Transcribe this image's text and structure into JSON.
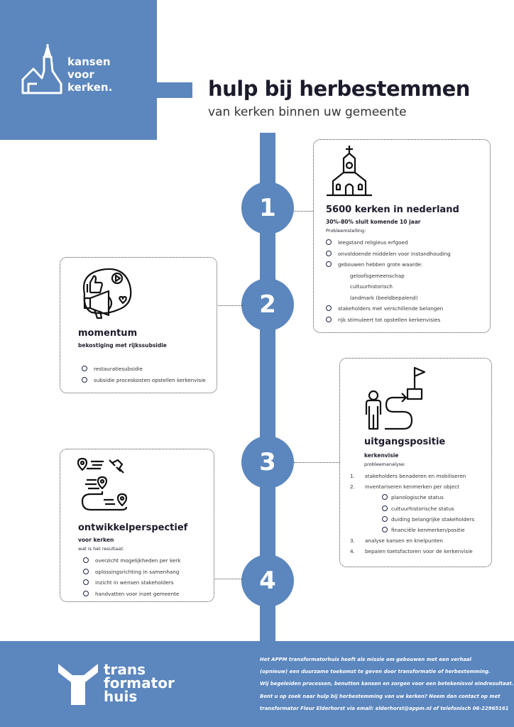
{
  "brand": {
    "line1": "kansen",
    "line2": "voor",
    "line3": "kerken."
  },
  "header": {
    "title": "hulp bij herbestemmen",
    "subtitle": "van kerken binnen uw gemeente"
  },
  "steps": [
    "1",
    "2",
    "3",
    "4"
  ],
  "card1": {
    "title": "5600 kerken in nederland",
    "subtitle": "30%-80% sluit komende 10 jaar",
    "label": "Probleemstelling:",
    "items": [
      "leegstand religieus erfgoed",
      "onvoldoende middelen voor instandhouding",
      "gebouwen hebben grote waarde:"
    ],
    "subitems": [
      "geloofsgemeenschap",
      "cultuurhistorisch",
      "landmark (beeldbepalend)"
    ],
    "items_after": [
      "stakeholders met verschillende belangen",
      "rijk stimuleert tot opstellen kerkenvisies"
    ]
  },
  "card2": {
    "title": "momentum",
    "subtitle": "bekostiging met rijkssubsidie",
    "items": [
      "restauratiesubsidie",
      "subsidie proceskosten opstellen kerkenvisie"
    ]
  },
  "card3": {
    "title": "uitgangspositie",
    "subtitle": "kerkenvisie",
    "label": "probleemanalyse:",
    "numbered": [
      {
        "n": "1.",
        "text": "stakeholders benaderen en mobiliseren"
      },
      {
        "n": "2.",
        "text": "inventariseren kenmerken per object"
      }
    ],
    "subitems": [
      "planologische status",
      "cultuurhistorische status",
      "duiding belangrijke stakeholders",
      "financiële kenmerken/positie"
    ],
    "numbered_after": [
      {
        "n": "3.",
        "text": "analyse kansen en knelpunten"
      },
      {
        "n": "4.",
        "text": "bepalen toetsfactoren voor de kerkenvisie"
      }
    ]
  },
  "card4": {
    "title": "ontwikkelperspectief",
    "subtitle": "voor kerken",
    "label": "wat is het resultaat:",
    "items": [
      "overzicht mogelijkheden per kerk",
      "oplossingsrichting in samenhang",
      "inzicht in wensen stakeholders",
      "handvatten voor inzet gemeente"
    ]
  },
  "footer": {
    "logo": {
      "line1": "trans",
      "line2": "formator",
      "line3": "huis"
    },
    "lines": [
      "Het APPM transformatorhuis heeft als missie om gebouwen met een verhaal",
      "(opnieuw) een duurzame toekomst te geven door transformatie of herbestemming.",
      "Wij begeleiden processen, benutten kansen en zorgen voor een betekenisvol eindresultaat.",
      "Bent u op zoek naar hulp bij herbestemming van uw kerken? Neem dan contact op met",
      "transformator Fleur Elderhorst via email: elderhorst@appm.nl of telefonisch 06-22965161"
    ]
  },
  "colors": {
    "brand_blue": "#5b86be",
    "dark_navy": "#1f2548"
  }
}
